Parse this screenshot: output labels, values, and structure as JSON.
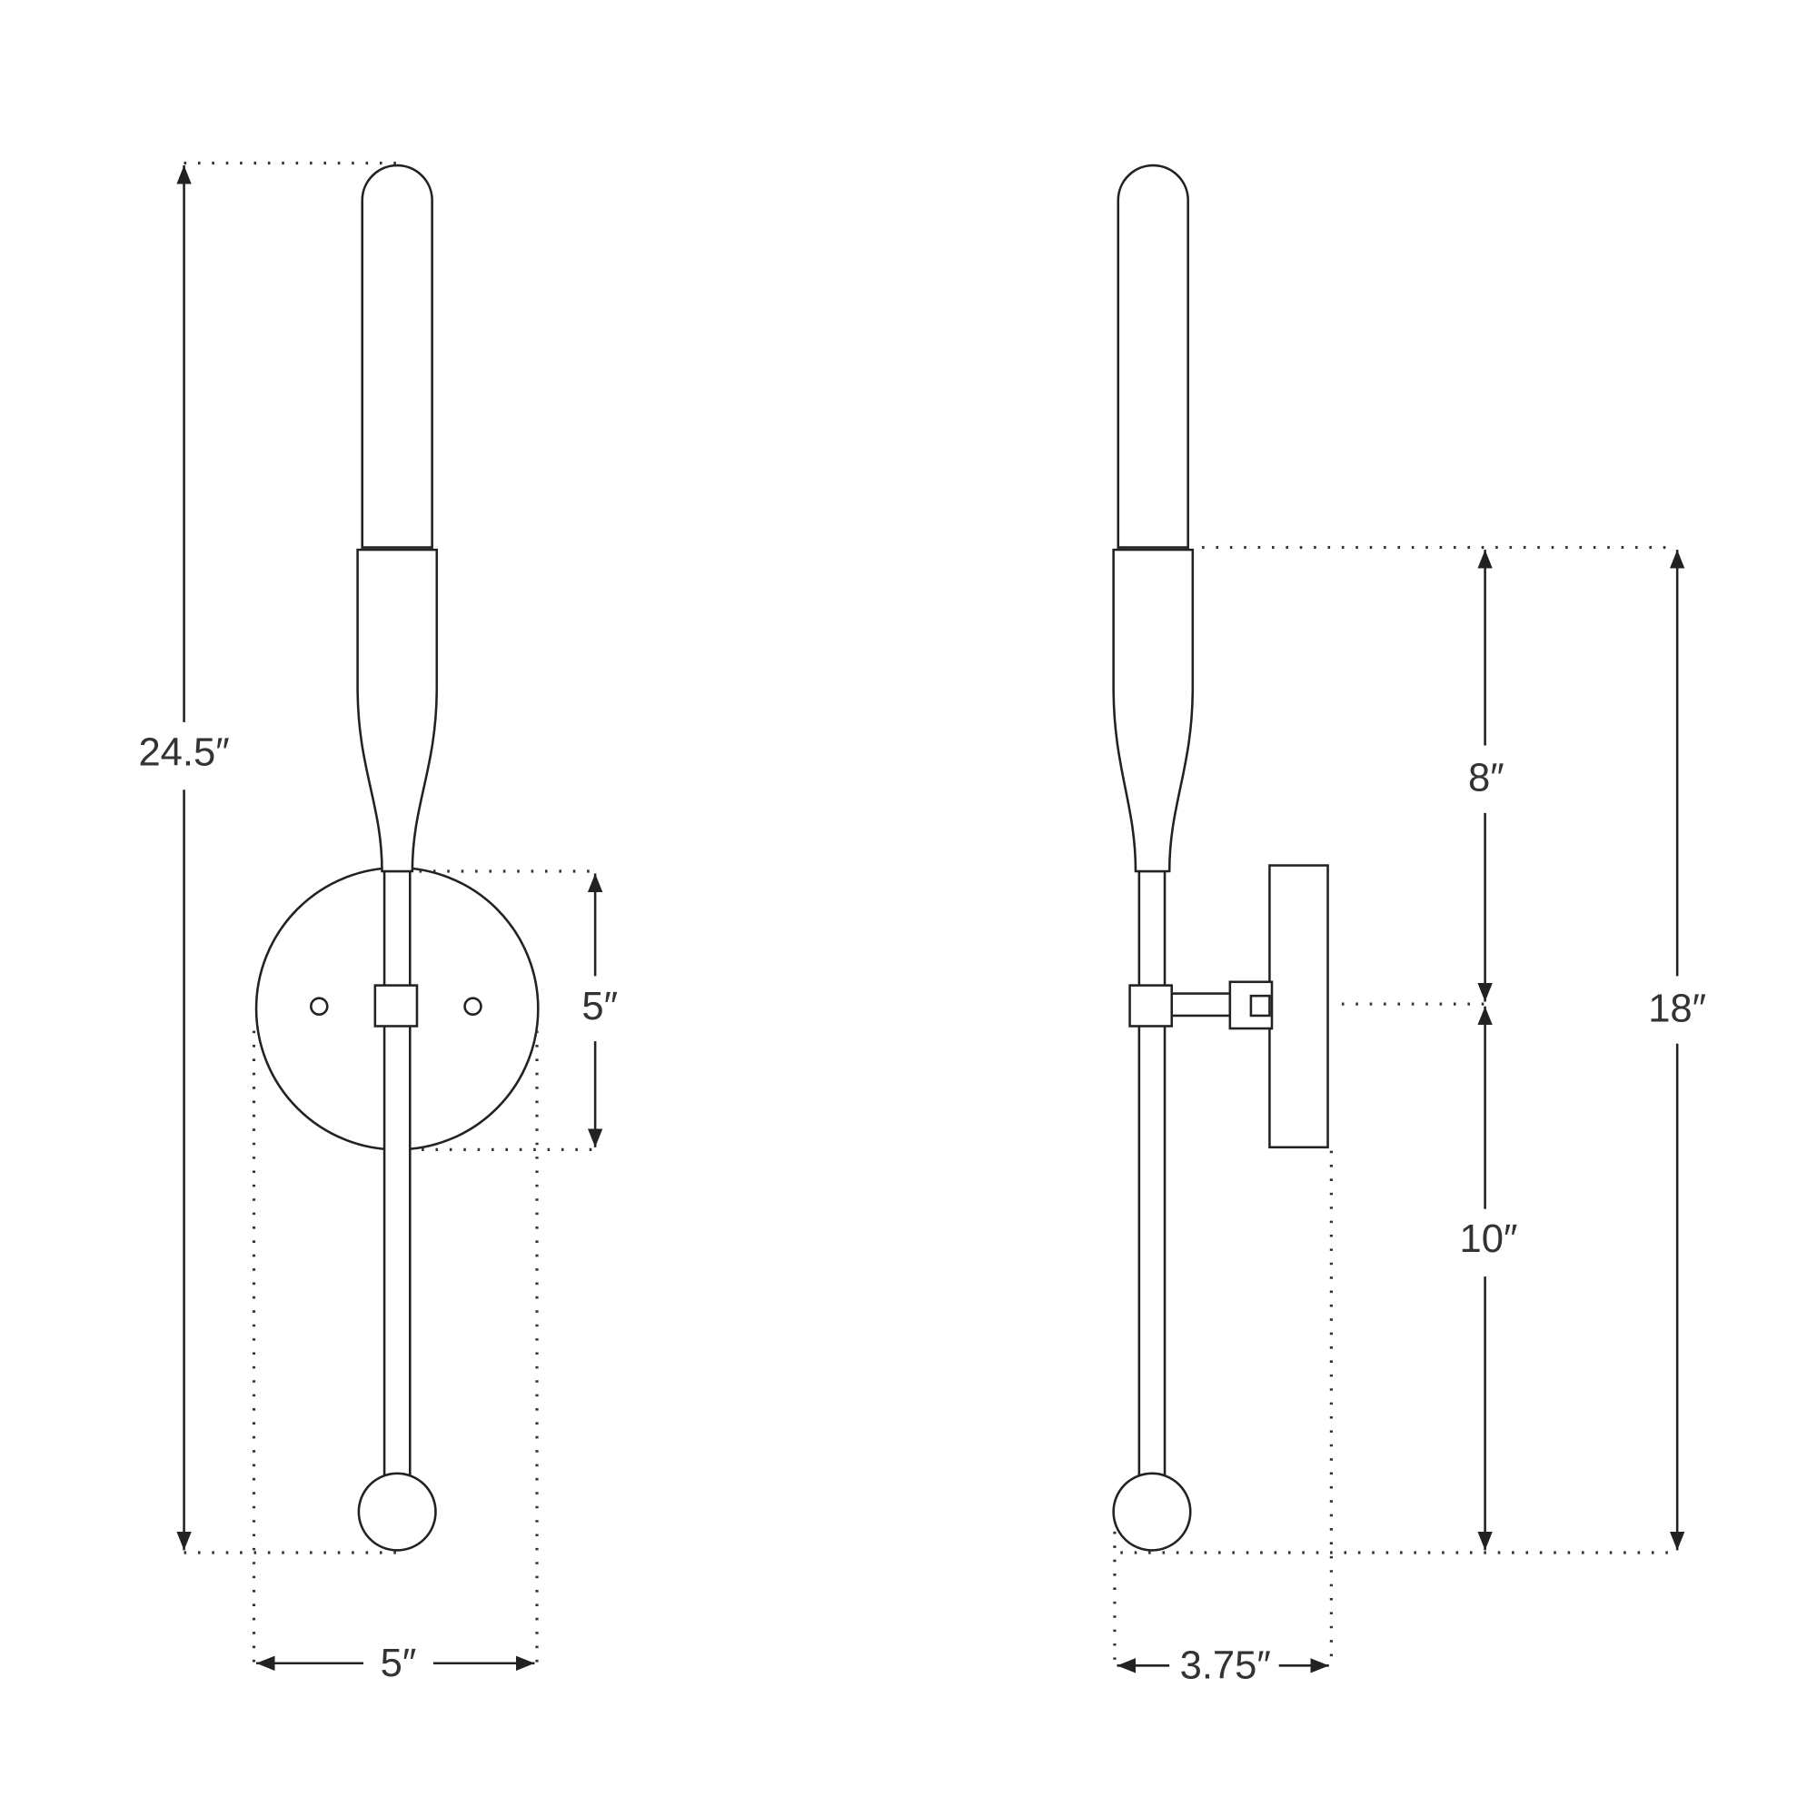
{
  "labels": {
    "overall_height": "24.5″",
    "backplate_height": "5″",
    "backplate_width": "5″",
    "top_to_center": "8″",
    "center_to_bottom": "10″",
    "body_height": "18″",
    "extension": "3.75″"
  },
  "colors": {
    "line": "#222222",
    "background": "#ffffff"
  }
}
